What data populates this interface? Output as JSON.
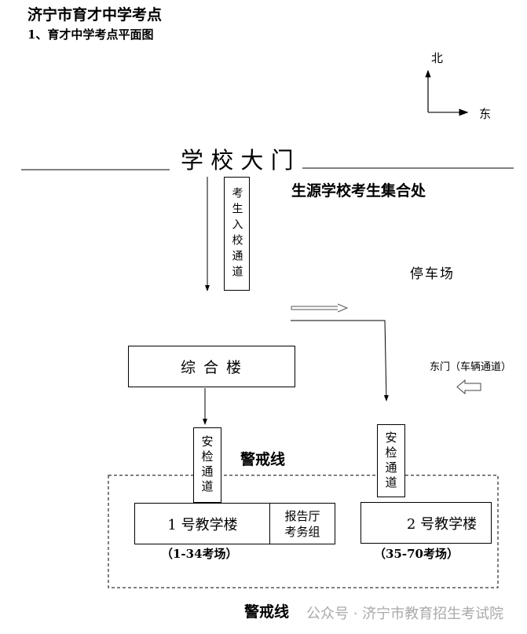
{
  "header": {
    "title": "济宁市育才中学考点",
    "subtitle": "1、育才中学考点平面图"
  },
  "compass": {
    "north": "北",
    "east": "东"
  },
  "gate": {
    "label": "学 校 大 门"
  },
  "entrance_channel": "考生入校通道",
  "assembly_area": "生源学校考生集合处",
  "parking": "停车场",
  "complex_building": "综 合 楼",
  "east_gate": "东门（车辆通道）",
  "security_1": "安检通道",
  "security_2": "安检通道",
  "cordon_top": "警戒线",
  "cordon_bottom": "警戒线",
  "building_1": {
    "name": "1 号教学楼",
    "rooms": "（1-34考场）"
  },
  "hall": {
    "line1": "报告厅",
    "line2": "考务组"
  },
  "building_2": {
    "name": "2 号教学楼",
    "rooms": "（35-70考场）"
  },
  "watermark": "公众号 · 济宁市教育招生考试院"
}
